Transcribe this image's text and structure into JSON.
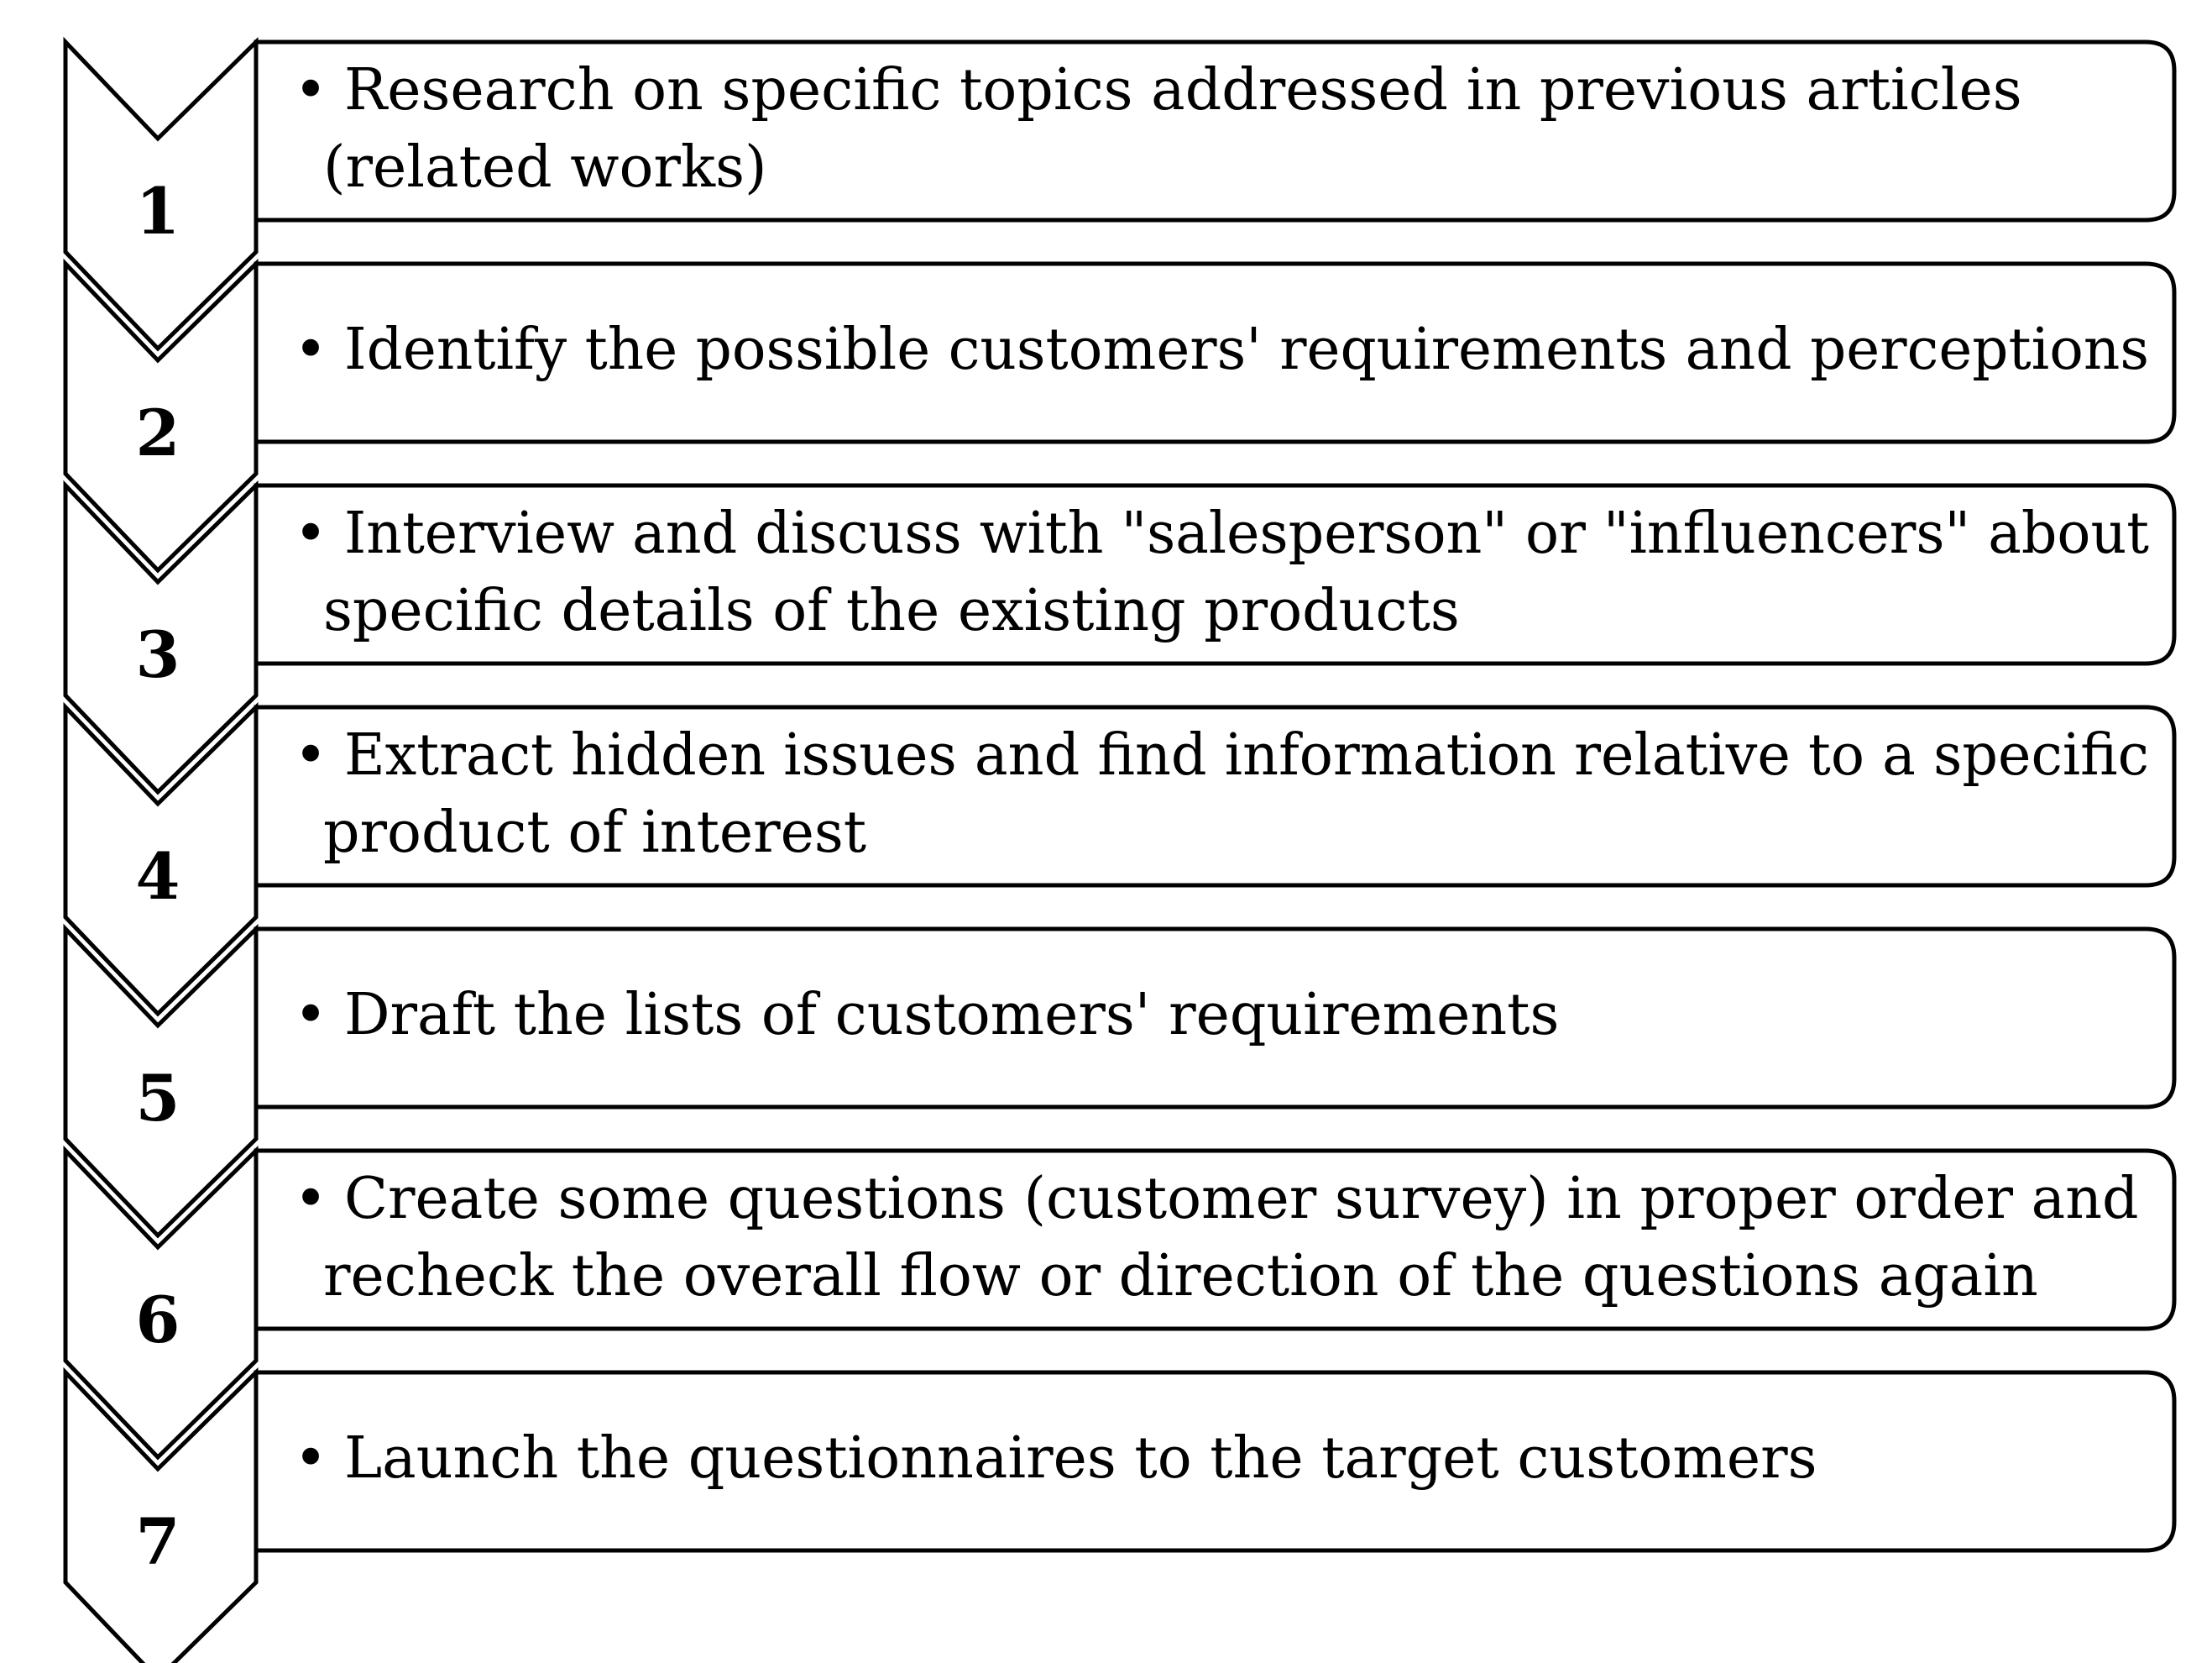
{
  "bullet": "•",
  "steps": [
    {
      "number": "1",
      "lines": [
        "Research on specific topics addressed in previous articles",
        "(related works)"
      ]
    },
    {
      "number": "2",
      "lines": [
        "Identify the possible customers' requirements and perceptions"
      ]
    },
    {
      "number": "3",
      "lines": [
        "Interview and discuss with \"salesperson\" or \"influencers\"   about",
        "specific details of the existing products"
      ]
    },
    {
      "number": "4",
      "lines": [
        "Extract hidden issues and find information relative to a specific",
        "product of interest"
      ]
    },
    {
      "number": "5",
      "lines": [
        "Draft the lists of customers' requirements"
      ]
    },
    {
      "number": "6",
      "lines": [
        "Create some questions (customer survey) in proper order and",
        "recheck the overall flow or direction of the questions again"
      ]
    },
    {
      "number": "7",
      "lines": [
        "Launch the questionnaires to the target customers"
      ]
    }
  ],
  "colors": {
    "stroke": "#000000",
    "fill": "#ffffff",
    "text": "#000000"
  }
}
